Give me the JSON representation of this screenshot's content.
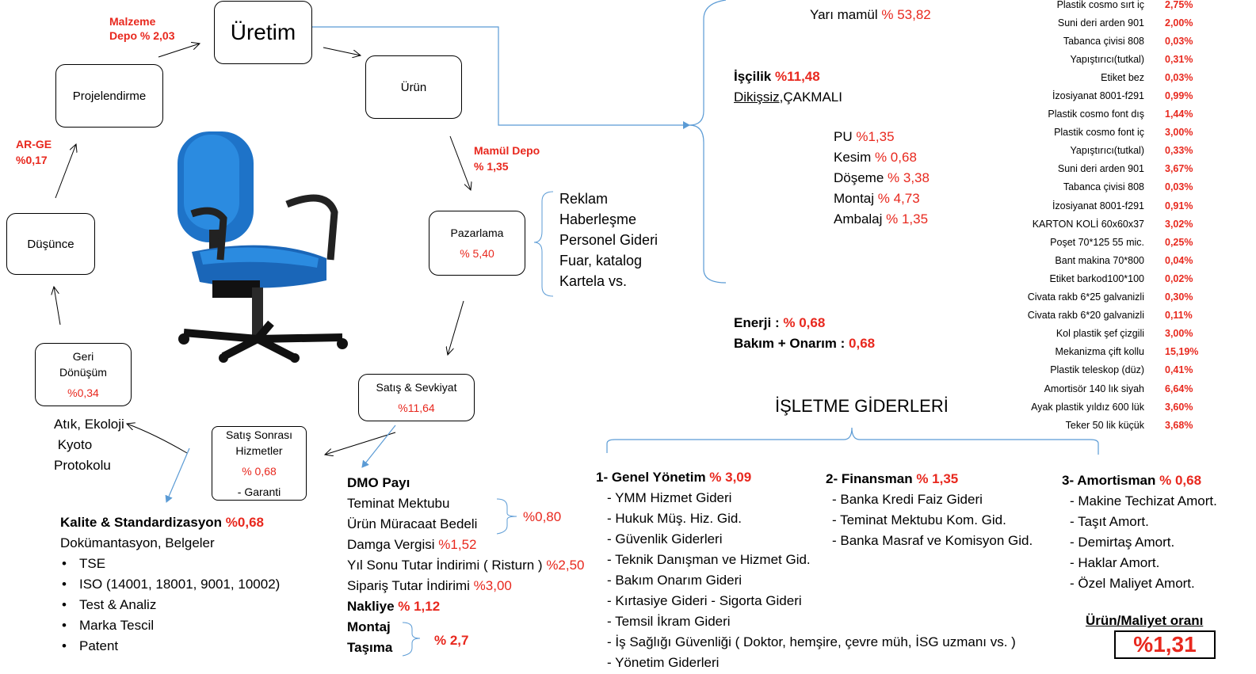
{
  "cycle": {
    "malzeme_depo": "Malzeme\nDepo % 2,03",
    "uretim": "Üretim",
    "projelendirme": "Projelendirme",
    "urun": "Ürün",
    "arge": "AR-GE\n%0,17",
    "mamul_depo": "Mamül Depo\n% 1,35",
    "dusunce": "Düşünce",
    "pazarlama_title": "Pazarlama",
    "pazarlama_value": "% 5,40",
    "geri_title": "Geri\nDönüşüm",
    "geri_value": "%0,34",
    "satis_title": "Satış & Sevkiyat",
    "satis_value": "%11,64",
    "sonrasi_title": "Satış Sonrası\nHizmetler",
    "sonrasi_value": "% 0,68",
    "sonrasi_sub": "- Garanti",
    "atik": "Atık, Ekoloji\n Kyoto\nProtokolu"
  },
  "marketing_items": [
    "Reklam",
    "Haberleşme",
    "Personel Gideri",
    "Fuar, katalog",
    "Kartela vs."
  ],
  "production": {
    "yarimamul_label": "Yarı mamül ",
    "yarimamul_value": "% 53,82",
    "iscilik_label": "İşçilik ",
    "iscilik_value": "%11,48",
    "iscilik_sub_u": "Dikişsiz",
    "iscilik_sub_rest": ",ÇAKMALI",
    "steps": [
      {
        "label": "PU ",
        "value": "%1,35"
      },
      {
        "label": "Kesim ",
        "value": "% 0,68"
      },
      {
        "label": "Döşeme ",
        "value": "% 3,38"
      },
      {
        "label": "Montaj ",
        "value": "% 4,73"
      },
      {
        "label": "Ambalaj ",
        "value": "% 1,35"
      }
    ],
    "enerji_label": "Enerji : ",
    "enerji_value": "% 0,68",
    "bakim_label": "Bakım + Onarım : ",
    "bakim_value": "0,68"
  },
  "materials": [
    {
      "name": "Plastik cosmo sırt iç",
      "value": "2,75%"
    },
    {
      "name": "Suni deri arden 901",
      "value": "2,00%"
    },
    {
      "name": "Tabanca çivisi 808",
      "value": "0,03%"
    },
    {
      "name": "Yapıştırıcı(tutkal)",
      "value": "0,31%"
    },
    {
      "name": "Etiket bez",
      "value": "0,03%"
    },
    {
      "name": "İzosiyanat 8001-f291",
      "value": "0,99%"
    },
    {
      "name": "Plastik cosmo font dış",
      "value": "1,44%"
    },
    {
      "name": "Plastik cosmo font iç",
      "value": "3,00%"
    },
    {
      "name": "Yapıştırıcı(tutkal)",
      "value": "0,33%"
    },
    {
      "name": "Suni deri arden 901",
      "value": "3,67%"
    },
    {
      "name": "Tabanca çivisi 808",
      "value": "0,03%"
    },
    {
      "name": "İzosiyanat 8001-f291",
      "value": "0,91%"
    },
    {
      "name": "KARTON KOLİ 60x60x37",
      "value": "3,02%"
    },
    {
      "name": "Poşet 70*125 55 mic.",
      "value": "0,25%"
    },
    {
      "name": "Bant makina 70*800",
      "value": "0,04%"
    },
    {
      "name": "Etiket barkod100*100",
      "value": "0,02%"
    },
    {
      "name": "Civata rakb 6*25 galvanizli",
      "value": "0,30%"
    },
    {
      "name": "Civata rakb 6*20 galvanizli",
      "value": "0,11%"
    },
    {
      "name": "Kol plastik şef çizgili",
      "value": "3,00%"
    },
    {
      "name": "Mekanizma çift kollu",
      "value": "15,19%"
    },
    {
      "name": "Plastik teleskop (düz)",
      "value": "0,41%"
    },
    {
      "name": "Amortisör 140 lık siyah",
      "value": "6,64%"
    },
    {
      "name": "Ayak plastik yıldız 600 lük",
      "value": "3,60%"
    },
    {
      "name": "Teker 50 lik küçük",
      "value": "3,68%"
    }
  ],
  "isletme_title": "İŞLETME GİDERLERİ",
  "genel": {
    "title": "1- Genel Yönetim ",
    "value": "% 3,09",
    "items": [
      "- YMM Hizmet Gideri",
      "- Hukuk Müş. Hiz. Gid.",
      "- Güvenlik Giderleri",
      "- Teknik Danışman ve Hizmet Gid.",
      "- Bakım Onarım Gideri",
      "- Kırtasiye Gideri - Sigorta Gideri",
      "- Temsil İkram Gideri",
      "- İş Sağlığı Güvenliği ( Doktor, hemşire, çevre müh, İSG uzmanı vs. )",
      "- Yönetim Giderleri"
    ]
  },
  "finansman": {
    "title": "2- Finansman ",
    "value": "% 1,35",
    "items": [
      "- Banka Kredi Faiz Gideri",
      "- Teminat Mektubu Kom. Gid.",
      "- Banka Masraf ve Komisyon Gid."
    ]
  },
  "amortisman": {
    "title": "3- Amortisman ",
    "value": "% 0,68",
    "items": [
      "- Makine Techizat Amort.",
      "- Taşıt Amort.",
      "- Demirtaş Amort.",
      "- Haklar Amort.",
      "- Özel Maliyet Amort."
    ]
  },
  "ratio_label": "Ürün/Maliyet oranı",
  "ratio_value": "%1,31",
  "kalite": {
    "title": "Kalite & Standardizasyon ",
    "value": "%0,68",
    "sub": "Dokümantasyon, Belgeler",
    "items": [
      "TSE",
      "ISO (14001, 18001, 9001, 10002)",
      "Test & Analiz",
      "Marka Tescil",
      "Patent"
    ]
  },
  "dmo": {
    "title": "DMO Payı",
    "teminat": "Teminat Mektubu",
    "muracaat": "Ürün Müracaat Bedeli",
    "brace_value": "%0,80",
    "damga_label": "Damga Vergisi ",
    "damga_value": "%1,52",
    "yilsonu_label": "Yıl Sonu Tutar İndirimi ( Risturn ) ",
    "yilsonu_value": "%2,50",
    "siparis_label": "Sipariş Tutar İndirimi ",
    "siparis_value": "%3,00",
    "nakliye_label": "Nakliye ",
    "nakliye_value": "% 1,12",
    "montaj": "Montaj",
    "tasima": "Taşıma",
    "montaj_value": "% 2,7"
  }
}
